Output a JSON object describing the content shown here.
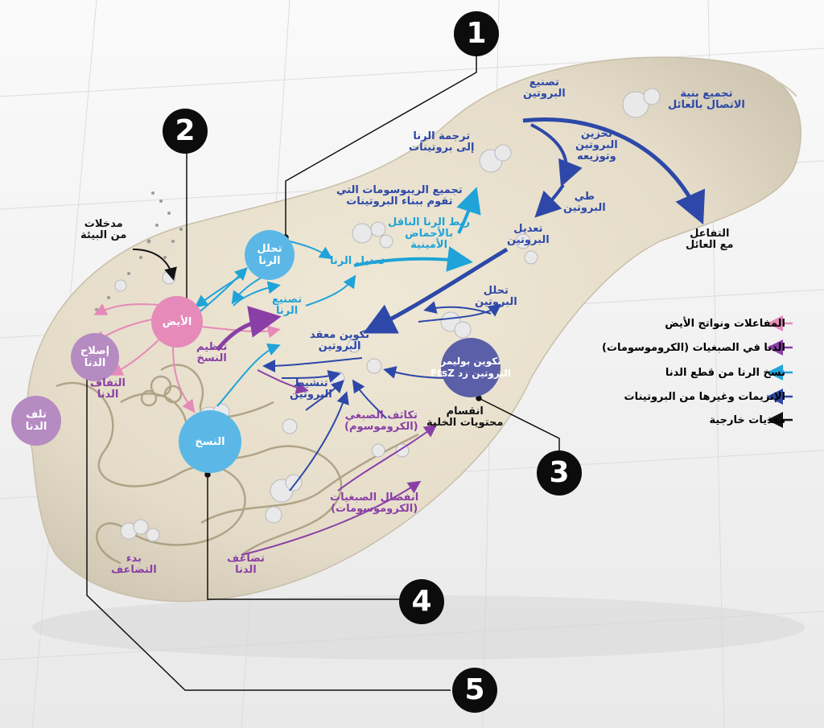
{
  "badges": [
    "1",
    "2",
    "3",
    "4",
    "5"
  ],
  "nodes": {
    "metabolism": "الأيض",
    "rna_degradation": "تحلل\nالرنا",
    "transcription": "النسخ",
    "dna_repair": "إصلاح\nالدنا",
    "dna_damage": "تلف\nالدنا",
    "ftsz": "تكوين بوليمر\nالبروتين زد FtsZ"
  },
  "labels": {
    "protein_synthesis": "تصنيع\nالبروتين",
    "protein_storage": "تخزين\nالبروتين\nوتوزيعه",
    "host_contact": "تجميع بنية\nالاتصال بالعائل",
    "translation": "ترجمة الرنا\nإلى بروتينات",
    "ribosome_assembly": "تجميع الريبوسومات التي\nتقوم ببناء البروتينات",
    "trna_linking": "ربط الرنا الناقل\nبالأحماض\nالأمينية",
    "protein_folding": "طي\nالبروتين",
    "host_interaction": "التفاعل\nمع العائل",
    "protein_modification": "تعديل\nالبروتين",
    "rna_modification": "تعديل الرنا",
    "rna_synthesis": "تصنيع\nالرنا",
    "environment_inputs": "مدخلات\nمن البيئة",
    "protein_degradation": "تحلل\nالبروتين",
    "complex_formation": "تكوين معقد\nالبروتين",
    "transcription_regulation": "تنظيم\nالنسخ",
    "dna_supercoiling": "التفاف\nالدنا",
    "protein_activation": "تنشيط\nالبروتين",
    "chromosome_condensation": "تكاثف الصبغي\n(الكروموسوم)",
    "cell_division": "انقسام\nمحتويات الخلية",
    "chromosome_segregation": "انفصال الصبغيات\n(الكروموسومات)",
    "replication_start": "بدء\nالتضاعف",
    "dna_replication": "تضاعف\nالدنا"
  },
  "legend": [
    {
      "label": "المفاعلات ونواتج الأيض",
      "color": "#e58ab9"
    },
    {
      "label": "الدنا في الصبغيات (الكروموسومات)",
      "color": "#8a3fa6"
    },
    {
      "label": "نسخ الرنا من قطع الدنا",
      "color": "#1fa3d8"
    },
    {
      "label": "الإنزيمات وغيرها من البروتينات",
      "color": "#2d48a8"
    },
    {
      "label": "مغذيات خارجية",
      "color": "#111111"
    }
  ],
  "colors": {
    "metabolite": "#e58ab9",
    "dna": "#8a3fa6",
    "rna": "#1fa3d8",
    "protein": "#2d48a8",
    "nutrient": "#111111",
    "cell": "#e8e1d0",
    "rna_node": "#5bb8e6",
    "repair_node": "#b58bc2",
    "ftsz_node": "#5b5fa8"
  }
}
